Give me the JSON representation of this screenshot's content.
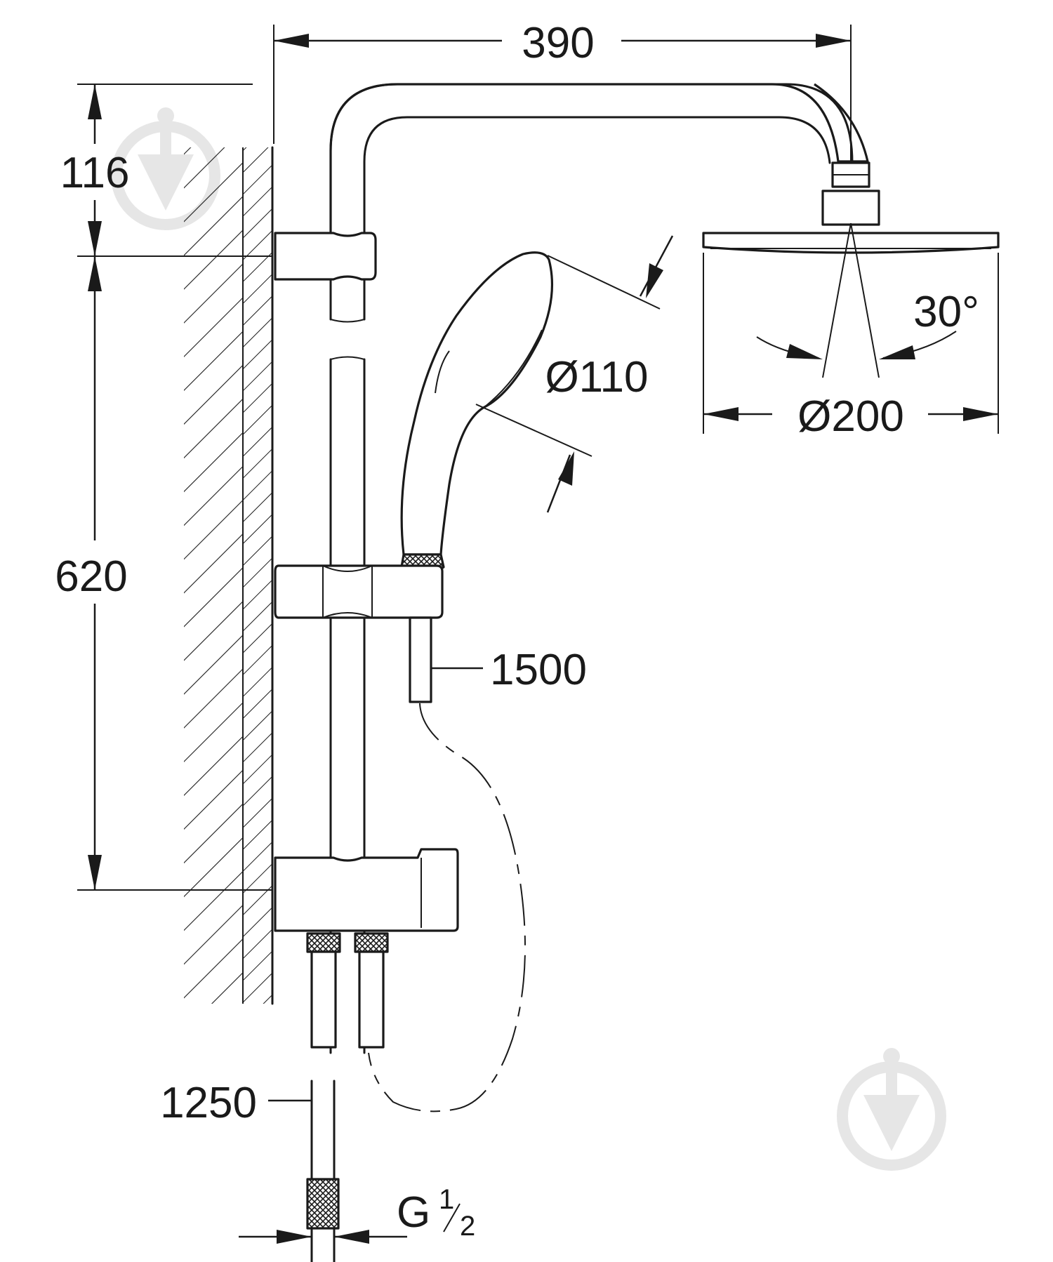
{
  "dimensions": {
    "arm_length": "390",
    "arm_height": "116",
    "rail_length": "620",
    "hand_shower_diameter": "Ø110",
    "head_shower_diameter": "Ø200",
    "spray_angle": "30°",
    "hand_hose_length": "1500",
    "supply_hose_length": "1250",
    "thread_main": "G",
    "thread_fraction_num": "1",
    "thread_fraction_den": "2"
  }
}
